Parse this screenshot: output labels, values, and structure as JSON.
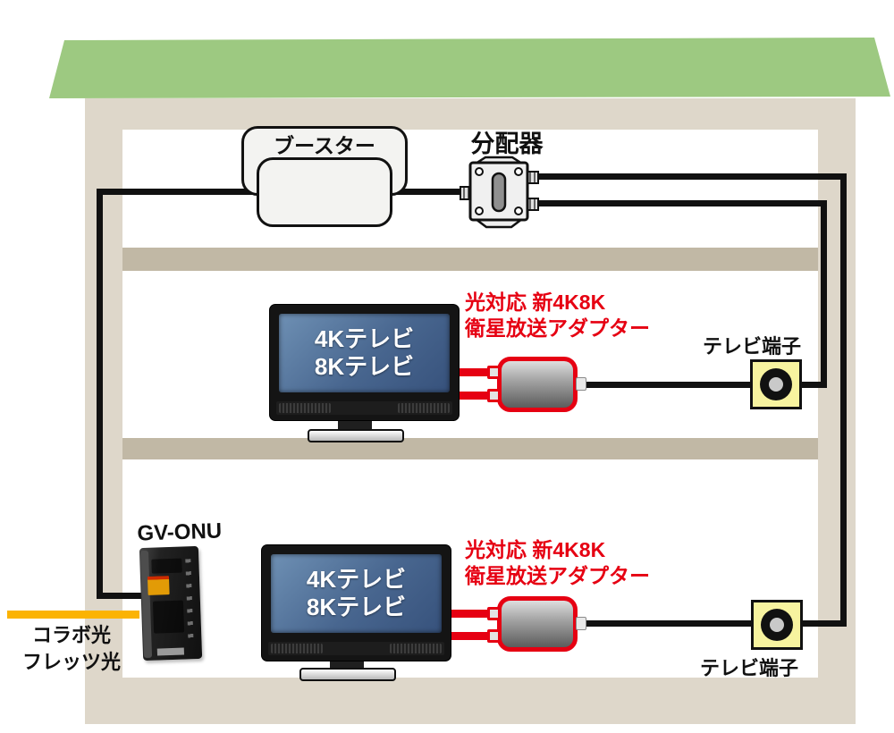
{
  "diagram": {
    "attic": {
      "booster_label": "ブースター",
      "splitter_label": "分配器"
    },
    "second_floor": {
      "tv": {
        "line1": "4Kテレビ",
        "line2": "8Kテレビ"
      },
      "adapter": {
        "line1": "光対応 新4K8K",
        "line2": "衛星放送アダプター"
      },
      "terminal_label": "テレビ端子"
    },
    "first_floor": {
      "tv": {
        "line1": "4Kテレビ",
        "line2": "8Kテレビ"
      },
      "adapter": {
        "line1": "光対応 新4K8K",
        "line2": "衛星放送アダプター"
      },
      "terminal_label": "テレビ端子"
    },
    "entry": {
      "onu_label": "GV-ONU",
      "fiber_line1": "コラボ光",
      "fiber_line2": "フレッツ光"
    }
  },
  "colors": {
    "roof_green": "#9dc981",
    "wall_beige": "#ded7ca",
    "floor_beige": "#c1b8a5",
    "terminal_yellow": "#f7f39f",
    "cable_black": "#111111",
    "accent_red": "#e60012",
    "fiber_orange": "#fbb303",
    "screen_blue": "#48668f"
  }
}
